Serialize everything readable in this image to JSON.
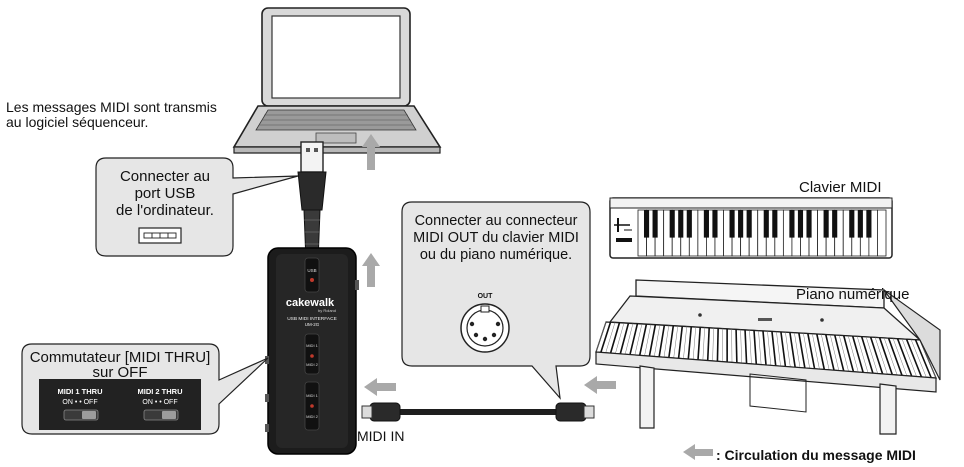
{
  "labels": {
    "msg_transmit": [
      "Les messages MIDI sont transmis",
      "au logiciel séquenceur."
    ],
    "connect_usb": [
      "Connecter au",
      "port USB",
      "de l'ordinateur."
    ],
    "connect_midi_out": [
      "Connecter au connecteur",
      "MIDI OUT du clavier MIDI",
      "ou du piano numérique."
    ],
    "out_port": "OUT",
    "clavier": "Clavier MIDI",
    "piano": "Piano numérique",
    "midi_in": "MIDI IN",
    "switch_callout": [
      "Commutateur [MIDI THRU]",
      "sur OFF"
    ],
    "legend": ": Circulation du message MIDI"
  },
  "switches": [
    {
      "name": "MIDI 1 THRU",
      "state": "ON •  • OFF"
    },
    {
      "name": "MIDI 2 THRU",
      "state": "ON •  • OFF"
    }
  ],
  "device": {
    "brand": "cakewalk",
    "subbrand": "by Roland",
    "model_line1": "USB MIDI INTERFACE",
    "model_line2": "UM-2G",
    "usb_label": "USB",
    "midi_labels": [
      "MIDI 1",
      "MIDI 2",
      "MIDI 1",
      "MIDI 2"
    ]
  },
  "colors": {
    "arrow": "#a9a9a9",
    "callout_fill": "#e6e6e6",
    "callout_stroke": "#222222",
    "device_body": "#1c1c1c",
    "laptop_body": "#d3d3d3"
  }
}
